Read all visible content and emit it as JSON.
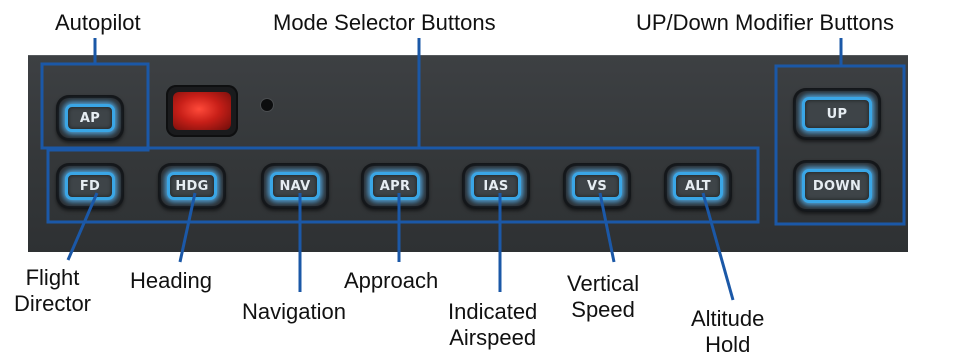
{
  "captions": {
    "autopilot": "Autopilot",
    "mode_selector": "Mode Selector Buttons",
    "updown_modifier": "UP/Down Modifier Buttons",
    "flight_director": "Flight\nDirector",
    "heading": "Heading",
    "navigation": "Navigation",
    "approach": "Approach",
    "indicated_airspeed": "Indicated\nAirspeed",
    "vertical_speed": "Vertical\nSpeed",
    "altitude_hold": "Altitude\nHold"
  },
  "buttons": {
    "ap": "AP",
    "fd": "FD",
    "hdg": "HDG",
    "nav": "NAV",
    "apr": "APR",
    "ias": "IAS",
    "vs": "VS",
    "alt": "ALT",
    "up": "UP",
    "down": "DOWN"
  },
  "colors": {
    "callout_line": "#1b58a7",
    "button_glow": "#3aa6e6",
    "indicator_red": "#c81f18",
    "panel": "#3a3d40"
  }
}
